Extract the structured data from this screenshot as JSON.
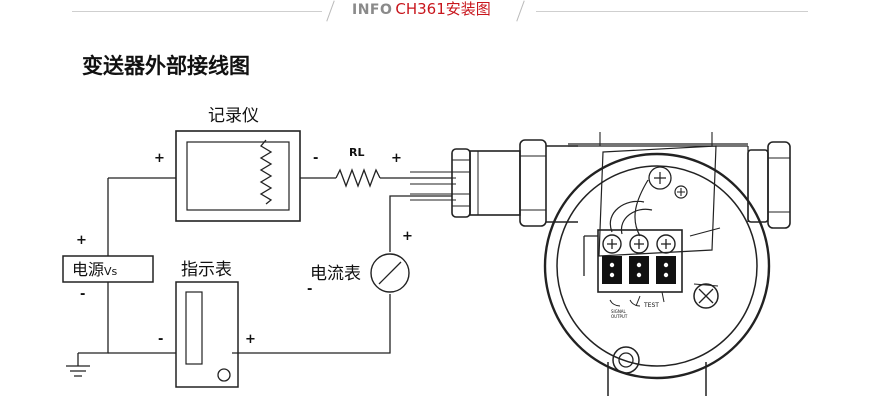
{
  "header": {
    "info": "INFO",
    "name": "CH361安装图"
  },
  "title": "变送器外部接线图",
  "diagram": {
    "recorder_label": "记录仪",
    "rl_label": "RL",
    "power_label": "电源",
    "power_sub": "Vs",
    "indicator_label": "指示表",
    "ammeter_label": "电流表",
    "plus": "+",
    "minus": "-",
    "test_label": "TEST",
    "terminal_small_1": "SIGNAL",
    "terminal_small_2": "OUTPUT"
  }
}
